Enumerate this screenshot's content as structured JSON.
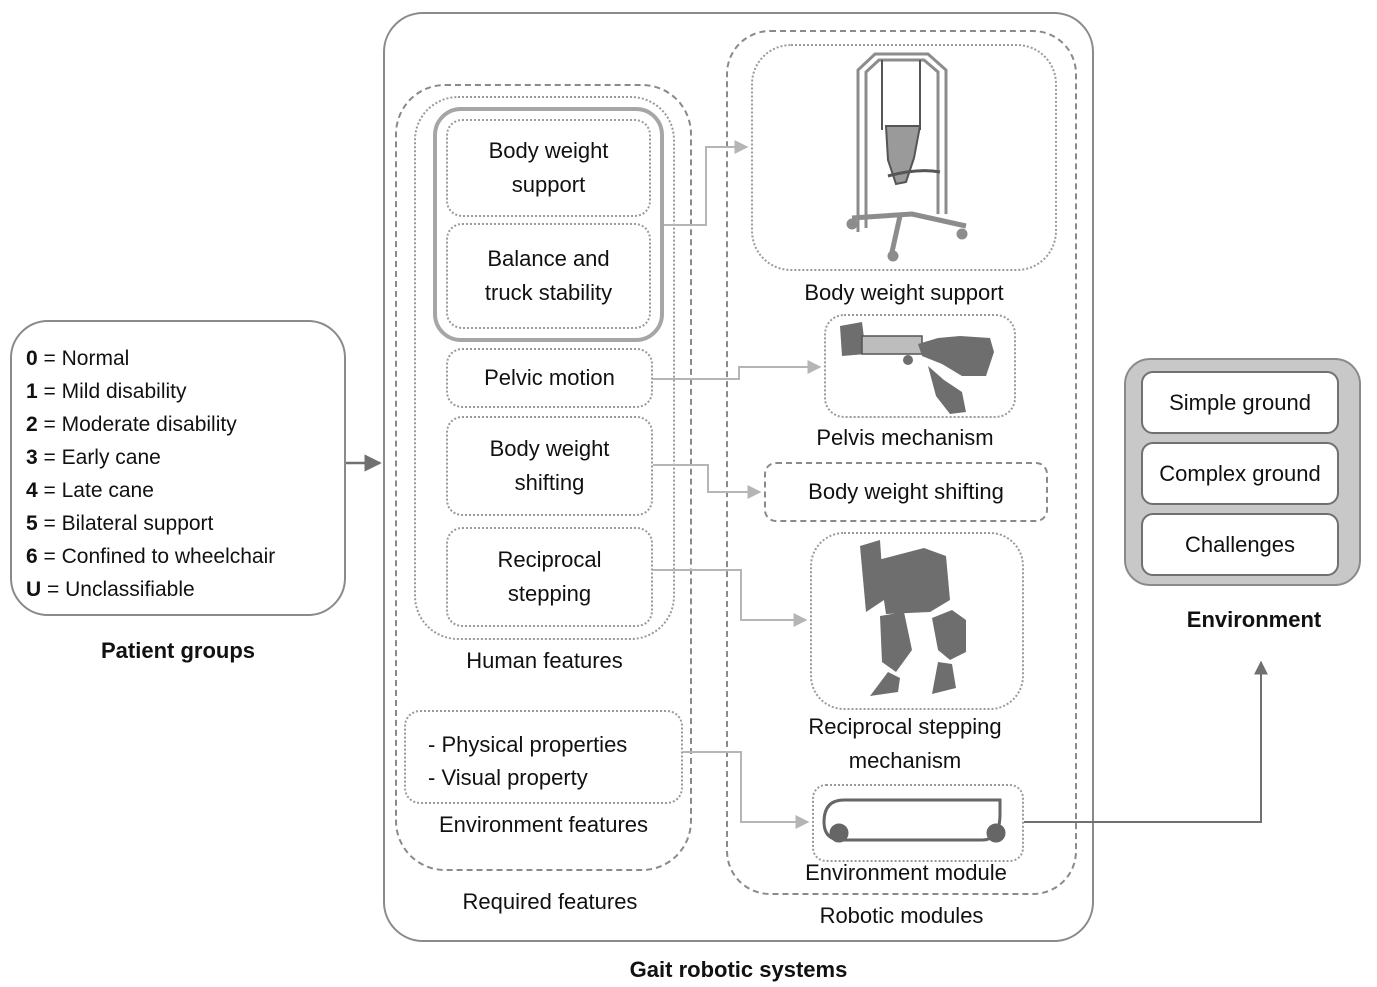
{
  "patient_groups": {
    "title": "Patient groups",
    "items": [
      {
        "code": "0",
        "desc": "= Normal"
      },
      {
        "code": "1",
        "desc": "= Mild disability"
      },
      {
        "code": "2",
        "desc": "= Moderate disability"
      },
      {
        "code": "3",
        "desc": "= Early cane"
      },
      {
        "code": "4",
        "desc": "= Late cane"
      },
      {
        "code": "5",
        "desc": "= Bilateral support"
      },
      {
        "code": "6",
        "desc": "= Confined to wheelchair"
      },
      {
        "code": "U",
        "desc": "= Unclassifiable"
      }
    ]
  },
  "gait_systems": {
    "title": "Gait robotic systems",
    "required_features": {
      "title": "Required features",
      "human_features": {
        "title": "Human features",
        "body_weight_support": [
          "Body weight",
          "support"
        ],
        "balance": [
          "Balance and",
          "truck stability"
        ],
        "pelvic_motion": "Pelvic motion",
        "weight_shifting": [
          "Body weight",
          "shifting"
        ],
        "reciprocal_stepping": [
          "Reciprocal",
          "stepping"
        ]
      },
      "environment_features": {
        "title": "Environment features",
        "items": [
          "- Physical properties",
          "- Visual property"
        ]
      }
    },
    "robotic_modules": {
      "title": "Robotic modules",
      "body_weight_support": "Body weight support",
      "pelvis_mechanism": "Pelvis mechanism",
      "body_weight_shifting": "Body weight shifting",
      "reciprocal_stepping": [
        "Reciprocal stepping",
        "mechanism"
      ],
      "environment_module": "Environment module"
    }
  },
  "environment": {
    "title": "Environment",
    "items": [
      "Simple ground",
      "Complex ground",
      "Challenges"
    ]
  },
  "colors": {
    "outline": "#8a8a8a",
    "arrow_light": "#b5b5b5",
    "arrow_dark": "#707070",
    "illustration": "#6e6e6e",
    "env_panel": "#c8c8c8"
  }
}
